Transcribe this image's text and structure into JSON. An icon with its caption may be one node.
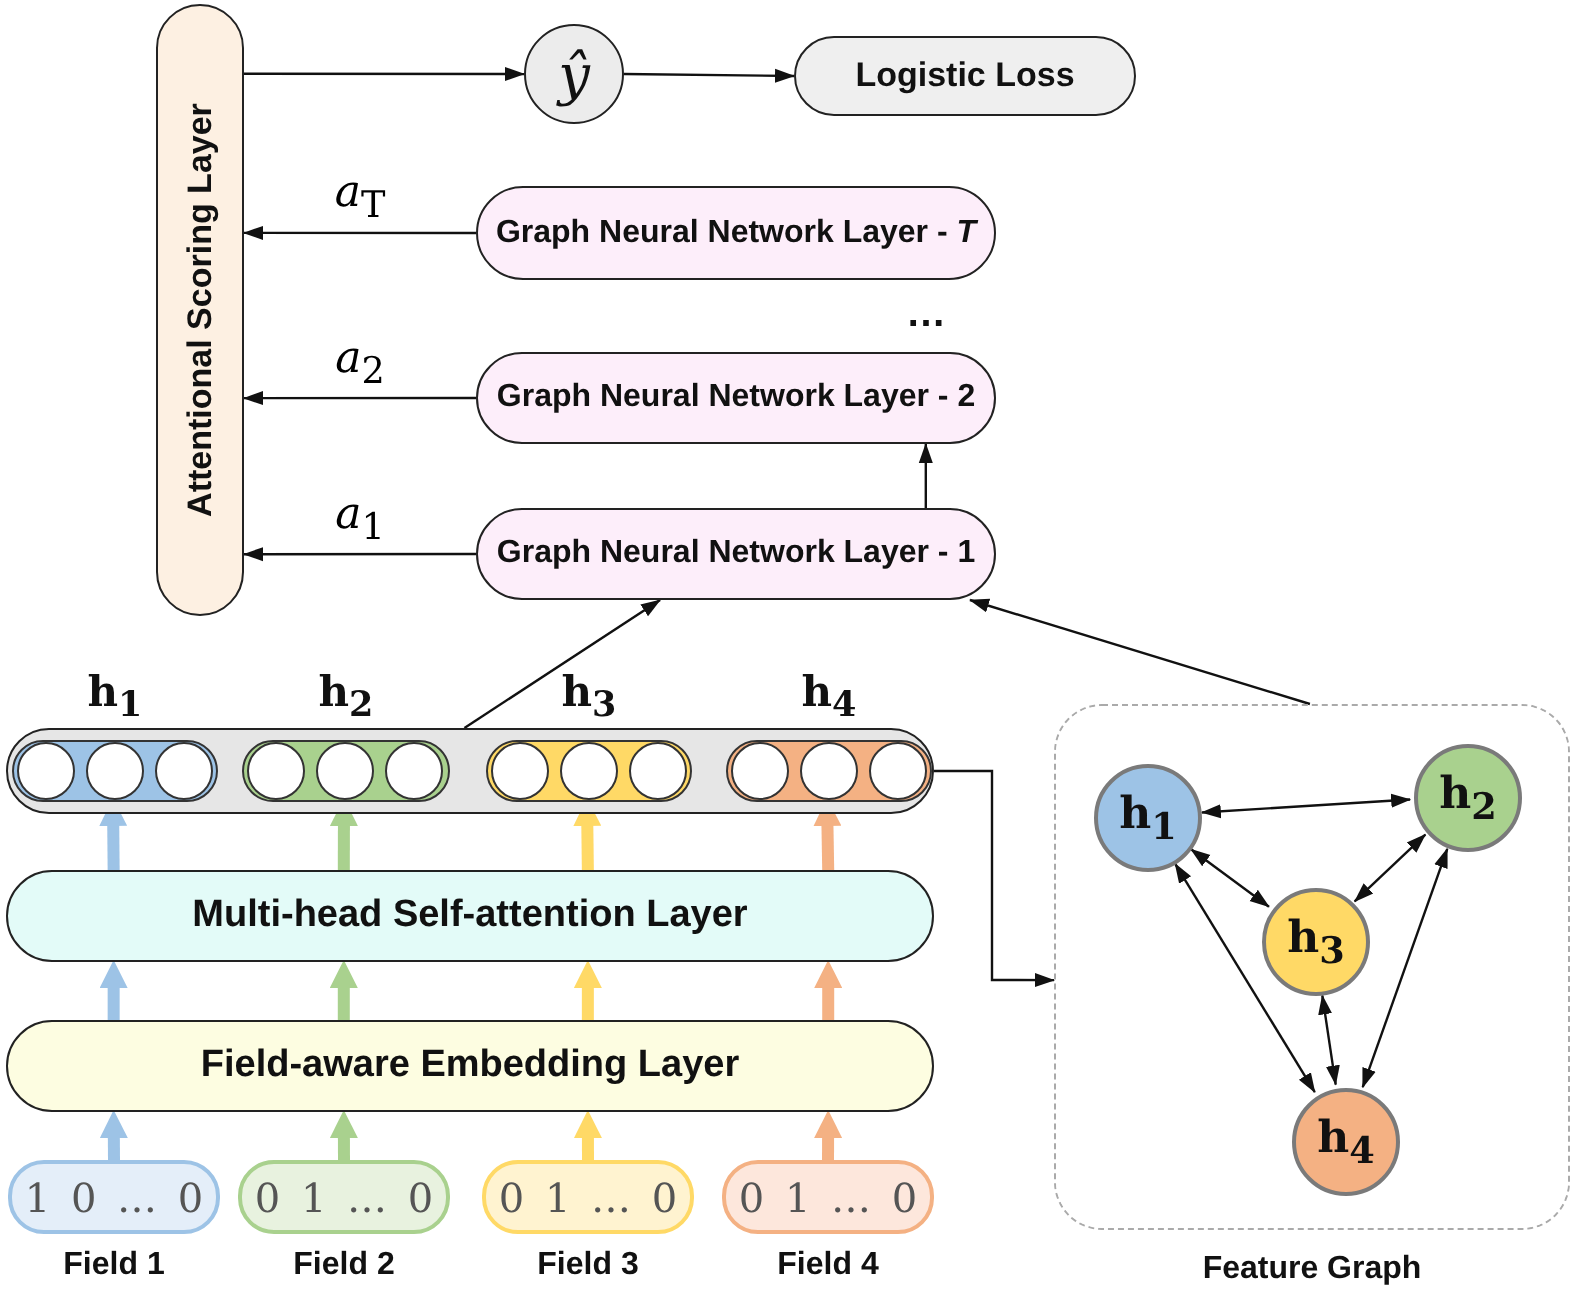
{
  "diagram": {
    "nodes": [
      {
        "text": [
          "Attentional Scoring Layer"
        ]
      },
      {
        "text": [
          "ŷ"
        ]
      },
      {
        "text": [
          "Logistic Loss"
        ]
      },
      {
        "text": [
          "Graph Neural Network Layer - *T*"
        ]
      },
      {
        "text": [
          "Graph Neural Network Layer - 2"
        ]
      },
      {
        "text": [
          "Graph Neural Network Layer - 1"
        ]
      },
      {
        "text": [],
        "shape": "bar"
      },
      {
        "text": [
          "**h**$_{1}$"
        ],
        "in": 6
      },
      {
        "text": [
          "**h**$_{2}$"
        ],
        "in": 6
      },
      {
        "text": [
          "**h**$_{3}$"
        ],
        "in": 6
      },
      {
        "text": [
          "**h**$_{4}$"
        ],
        "in": 6
      },
      {
        "text": [],
        "shape": "box",
        "beside": [
          "Feature Graph"
        ]
      },
      {
        "text": [
          "**h**$_{1}$"
        ],
        "in": 11
      },
      {
        "text": [
          "**h**$_{2}$"
        ],
        "in": 11
      },
      {
        "text": [
          "**h**$_{3}$"
        ],
        "in": 11
      },
      {
        "text": [
          "**h**$_{4}$"
        ],
        "in": 11
      },
      {
        "text": [
          "Multi-head Self-attention Layer"
        ]
      },
      {
        "text": [
          "Field-aware Embedding Layer"
        ]
      },
      {
        "text": [
          "1 0 … 0"
        ],
        "beside": [
          "Field 1"
        ]
      },
      {
        "text": [
          "0 1 … 0"
        ],
        "beside": [
          "Field 2"
        ]
      },
      {
        "text": [
          "0 1 … 0"
        ],
        "beside": [
          "Field 3"
        ]
      },
      {
        "text": [
          "0 1 … 0"
        ],
        "beside": [
          "Field 4"
        ]
      }
    ],
    "edges": [
      {
        "from": 0,
        "to": 1,
        "arrow": "to"
      },
      {
        "from": 1,
        "to": 2,
        "arrow": "to"
      },
      {
        "from": 3,
        "to": 0,
        "arrow": "to",
        "label": "*a*$_{T}$"
      },
      {
        "from": 4,
        "to": 0,
        "arrow": "to",
        "label": "*a*$_{2}$"
      },
      {
        "from": 5,
        "to": 0,
        "arrow": "to",
        "label": "*a*$_{1}$"
      },
      {
        "from": 5,
        "to": 4,
        "arrow": "to"
      },
      {
        "from": 6,
        "to": 5,
        "arrow": "to"
      },
      {
        "from": 11,
        "to": 5,
        "arrow": "to"
      },
      {
        "from": 6,
        "to": 11,
        "arrow": "to"
      },
      {
        "from": 12,
        "to": 13,
        "arrow": "both"
      },
      {
        "from": 12,
        "to": 14,
        "arrow": "both"
      },
      {
        "from": 13,
        "to": 14,
        "arrow": "both"
      },
      {
        "from": 12,
        "to": 15,
        "arrow": "both"
      },
      {
        "from": 14,
        "to": 15,
        "arrow": "both"
      },
      {
        "from": 13,
        "to": 15,
        "arrow": "both"
      },
      {
        "from": 16,
        "to": 7,
        "arrow": "to",
        "style": "thick",
        "color": "#9dc3e6"
      },
      {
        "from": 16,
        "to": 8,
        "arrow": "to",
        "style": "thick",
        "color": "#a9d18e"
      },
      {
        "from": 16,
        "to": 9,
        "arrow": "to",
        "style": "thick",
        "color": "#ffd966"
      },
      {
        "from": 16,
        "to": 10,
        "arrow": "to",
        "style": "thick",
        "color": "#f4b183"
      },
      {
        "from": 17,
        "to": 16,
        "arrow": "to",
        "style": "thick",
        "color": "#9dc3e6"
      },
      {
        "from": 17,
        "to": 16,
        "arrow": "to",
        "style": "thick",
        "color": "#a9d18e"
      },
      {
        "from": 17,
        "to": 16,
        "arrow": "to",
        "style": "thick",
        "color": "#ffd966"
      },
      {
        "from": 17,
        "to": 16,
        "arrow": "to",
        "style": "thick",
        "color": "#f4b183"
      },
      {
        "from": 18,
        "to": 17,
        "arrow": "to",
        "style": "thick",
        "color": "#9dc3e6"
      },
      {
        "from": 19,
        "to": 17,
        "arrow": "to",
        "style": "thick",
        "color": "#a9d18e"
      },
      {
        "from": 20,
        "to": 17,
        "arrow": "to",
        "style": "thick",
        "color": "#ffd966"
      },
      {
        "from": 21,
        "to": 17,
        "arrow": "to",
        "style": "thick",
        "color": "#f4b183"
      }
    ],
    "labels": [
      "…"
    ]
  }
}
